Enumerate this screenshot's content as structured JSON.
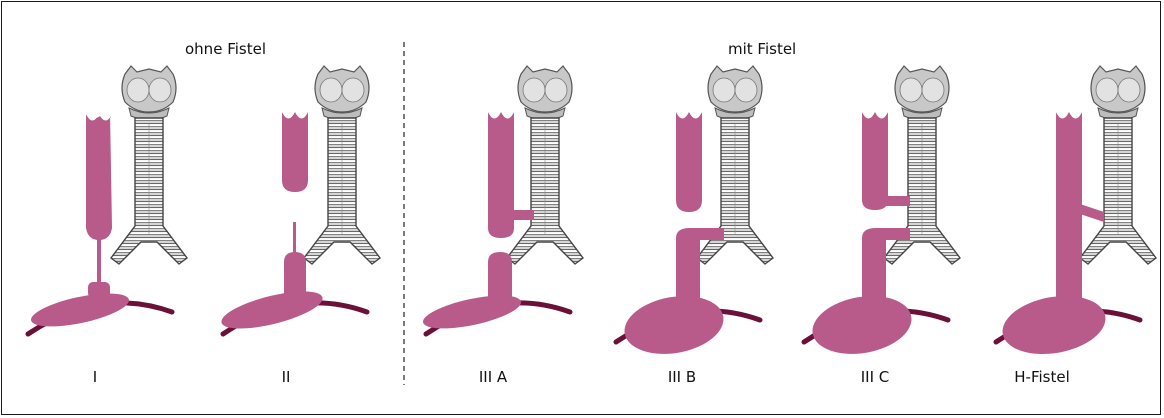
{
  "sections": {
    "without_fistula": "ohne Fistel",
    "with_fistula": "mit Fistel"
  },
  "types": [
    {
      "id": "I",
      "label": "I"
    },
    {
      "id": "II",
      "label": "II"
    },
    {
      "id": "IIIA",
      "label": "III A"
    },
    {
      "id": "IIIB",
      "label": "III B"
    },
    {
      "id": "IIIC",
      "label": "III C"
    },
    {
      "id": "H",
      "label": "H-Fistel"
    }
  ],
  "colors": {
    "esophagus": "#b85a8a",
    "diaphragm": "#6b1038",
    "trachea_ring": "#d9d9d9",
    "trachea_outline": "#444444",
    "larynx": "#c8c8c8",
    "frame": "#1a1a1a"
  },
  "icons": {
    "trachea": "trachea-larynx-icon",
    "esophagus": "esophagus-icon",
    "stomach": "stomach-icon",
    "diaphragm": "diaphragm-arc-icon"
  }
}
